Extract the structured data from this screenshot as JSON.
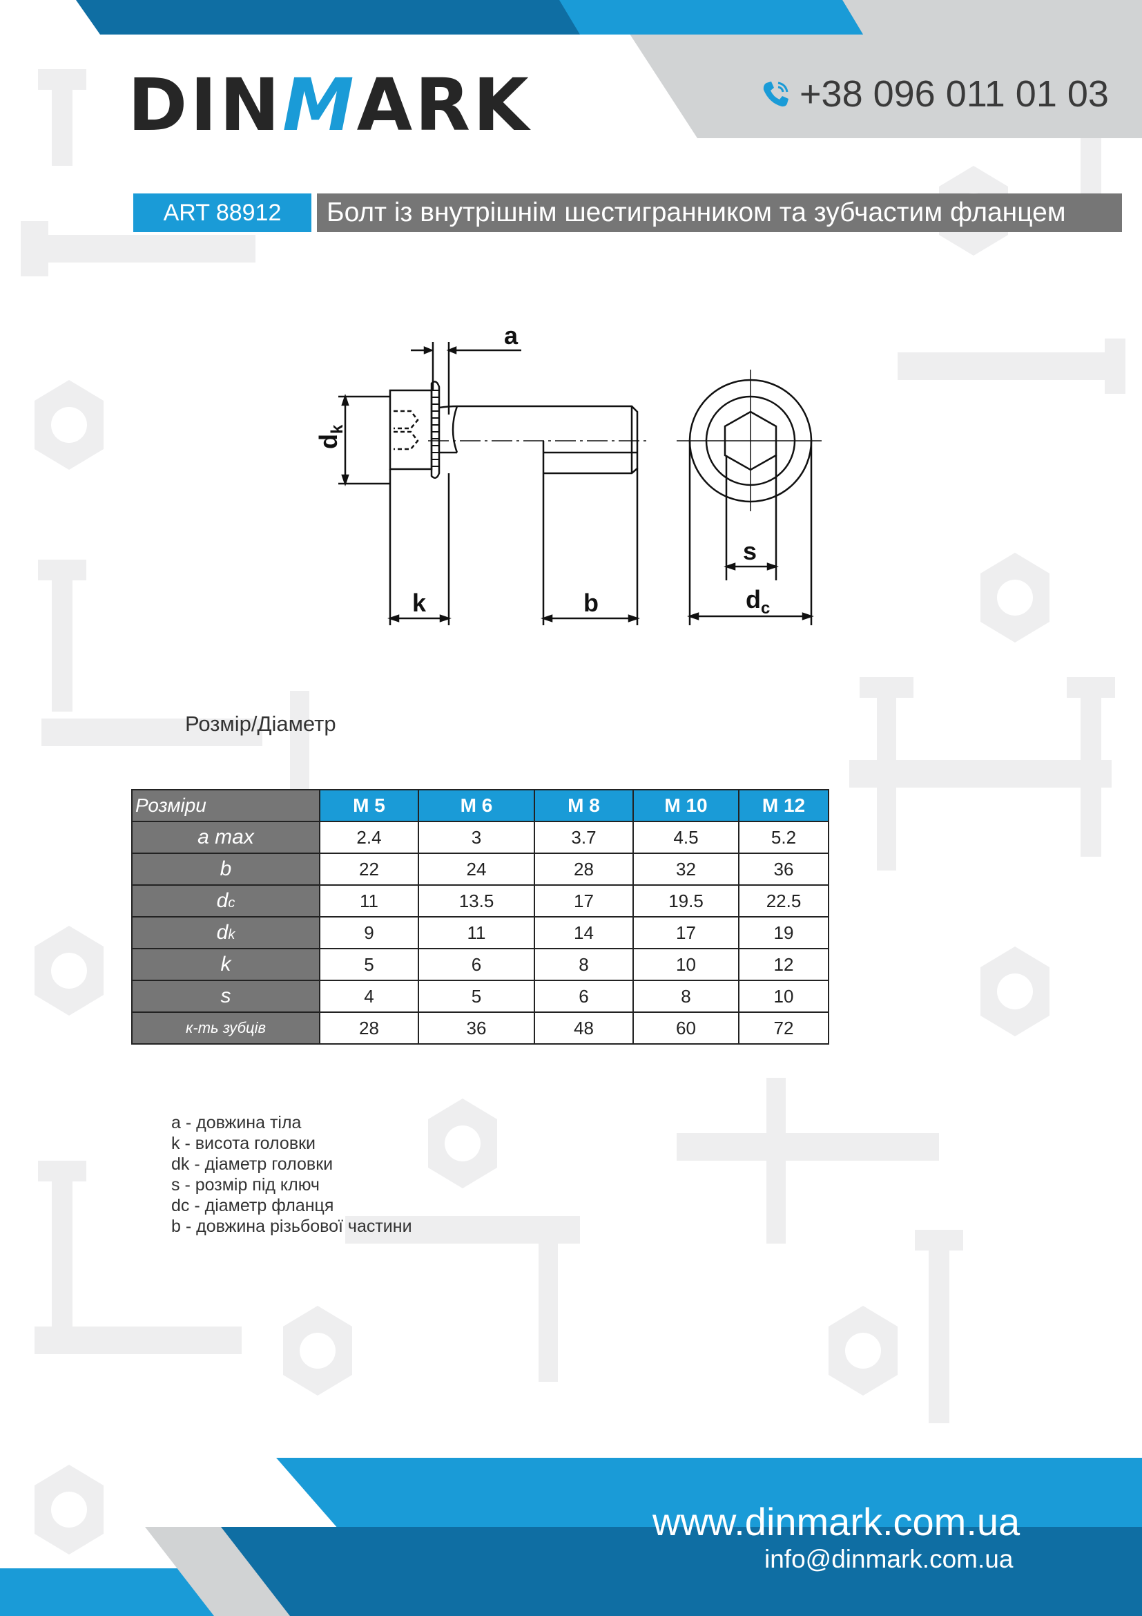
{
  "brand": {
    "logo_left": "DIN",
    "logo_mid": "M",
    "logo_right": "ARK"
  },
  "contact": {
    "phone": "+38 096 011 01 03",
    "website": "www.dinmark.com.ua",
    "email": "info@dinmark.com.ua"
  },
  "product": {
    "art": "ART 88912",
    "title": "Болт із внутрішнім шестигранником та зубчастим фланцем"
  },
  "drawing": {
    "labels": {
      "a": "a",
      "dk_main": "d",
      "dk_sub": "k",
      "k": "k",
      "b": "b",
      "s": "s",
      "dc_main": "d",
      "dc_sub": "c"
    }
  },
  "section_label": "Розмір/Діаметр",
  "table": {
    "corner": "Розміри",
    "columns": [
      "M 5",
      "M 6",
      "M 8",
      "M 10",
      "M 12"
    ],
    "rows": [
      {
        "label": "a max",
        "values": [
          "2.4",
          "3",
          "3.7",
          "4.5",
          "5.2"
        ]
      },
      {
        "label": "b",
        "values": [
          "22",
          "24",
          "28",
          "32",
          "36"
        ]
      },
      {
        "label_main": "d",
        "label_sub": "c",
        "values": [
          "11",
          "13.5",
          "17",
          "19.5",
          "22.5"
        ]
      },
      {
        "label_main": "d",
        "label_sub": "k",
        "values": [
          "9",
          "11",
          "14",
          "17",
          "19"
        ]
      },
      {
        "label": "k",
        "values": [
          "5",
          "6",
          "8",
          "10",
          "12"
        ]
      },
      {
        "label": "s",
        "values": [
          "4",
          "5",
          "6",
          "8",
          "10"
        ]
      },
      {
        "label": "к-ть зубців",
        "values": [
          "28",
          "36",
          "48",
          "60",
          "72"
        ]
      }
    ]
  },
  "legend": [
    "a - довжина тіла",
    "k - висота головки",
    "dk - діаметр головки",
    "s - розмір під ключ",
    "dc - діаметр фланця",
    "b - довжина різьбової частини"
  ],
  "colors": {
    "accent": "#1a9bd7",
    "dark_blue": "#0f6ea3",
    "gray_band": "#d1d3d4",
    "row_head": "#767676",
    "pattern": "#eceded"
  }
}
